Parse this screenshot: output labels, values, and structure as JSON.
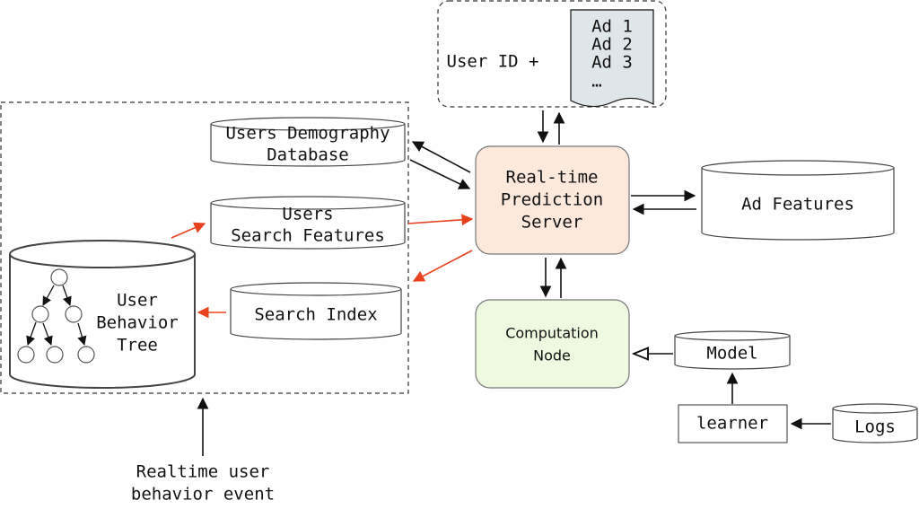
{
  "colors": {
    "server_fill": "#fde8dc",
    "computation_fill": "#eefadf",
    "ad_list_fill": "#dfe6e9",
    "red_arrow": "#e8411e",
    "black_arrow": "#111111"
  },
  "ad_request": {
    "user_id_label": "User ID +",
    "ads": [
      "Ad 1",
      "Ad 2",
      "Ad 3",
      "…"
    ]
  },
  "server": {
    "lines": [
      "Real-time",
      "Prediction",
      "Server"
    ]
  },
  "ad_features": {
    "label": "Ad Features"
  },
  "computation_node": {
    "lines": [
      "Computation",
      "Node"
    ]
  },
  "model": {
    "label": "Model"
  },
  "learner": {
    "label": "learner"
  },
  "logs": {
    "label": "Logs"
  },
  "users_demography": {
    "lines": [
      "Users Demography",
      "Database"
    ]
  },
  "users_search": {
    "lines": [
      "Users",
      "Search Features"
    ]
  },
  "search_index": {
    "label": "Search Index"
  },
  "behavior_tree": {
    "lines": [
      "User",
      "Behavior",
      "Tree"
    ]
  },
  "realtime_event": {
    "lines": [
      "Realtime user",
      "behavior event"
    ]
  }
}
